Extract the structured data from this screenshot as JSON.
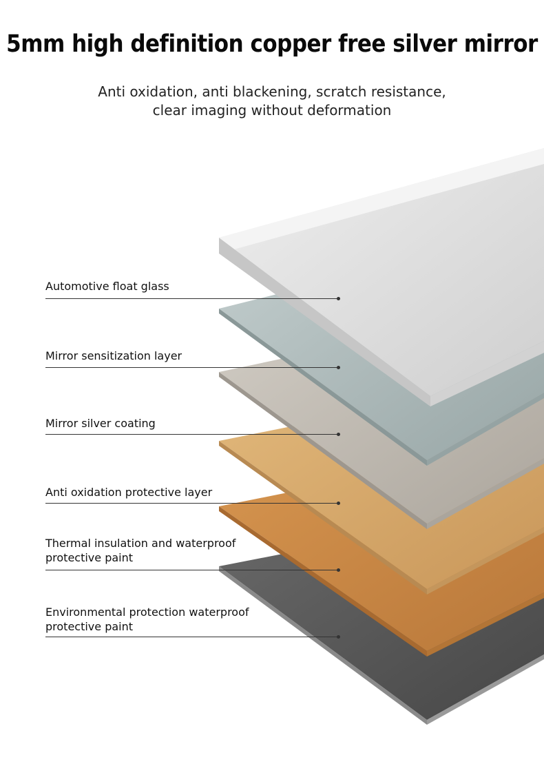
{
  "header": {
    "title": "5mm high definition copper free silver mirror",
    "subtitle_line1": "Anti oxidation, anti blackening, scratch resistance,",
    "subtitle_line2": "clear imaging without deformation"
  },
  "layers": [
    {
      "label_line1": "Automotive float glass",
      "label_line2": "",
      "color": "#d8d8d8"
    },
    {
      "label_line1": "Mirror sensitization layer",
      "label_line2": "",
      "color": "#a9b6b6"
    },
    {
      "label_line1": "Mirror silver coating",
      "label_line2": "",
      "color": "#bfbab2"
    },
    {
      "label_line1": "Anti oxidation protective layer",
      "label_line2": "",
      "color": "#d8aa6a"
    },
    {
      "label_line1": "Thermal insulation and waterproof",
      "label_line2": "protective paint",
      "color": "#c98a47"
    },
    {
      "label_line1": "Environmental protection waterproof",
      "label_line2": "protective paint",
      "color": "#5a5a5a"
    }
  ]
}
